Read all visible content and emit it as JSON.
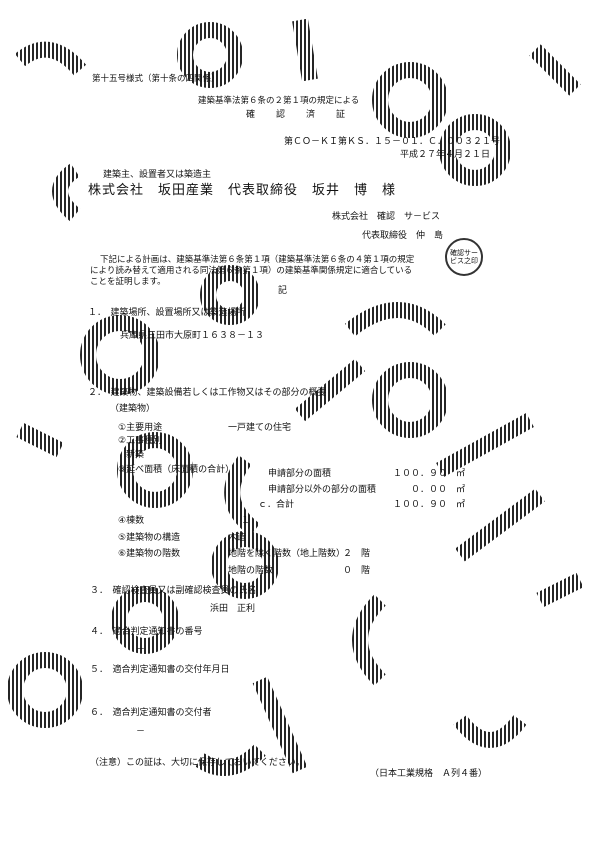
{
  "header": {
    "form_label": "第十五号様式（第十条の四関係）",
    "law_ref": "建築基準法第６条の２第１項の規定による",
    "title": "確　認　済　証",
    "number": "第ＣＯ－ＫＩ第ＫＳ．１５－０１．Ｃ．００３２１号",
    "date": "平成２７年４月２１日"
  },
  "addressee": {
    "label": "建築主、設置者又は築造主",
    "name": "株式会社　坂田産業　代表取締役　坂井　博　様"
  },
  "issuer": {
    "company": "株式会社　確認　サ－ビス",
    "rep": "代表取締役　仲　島"
  },
  "seal_text": "確認サービス之印",
  "intro": [
    "下記による計画は、建築基準法第６条第１項（建築基準法第６条の４第１項の規定",
    "により読み替えて適用される同法第６条第１項）の建築基準関係規定に適合している",
    "ことを証明します。"
  ],
  "ki": "記",
  "items": {
    "i1_label": "１．　建築場所、設置場所又は築造場所",
    "i1_value": "兵庫県三田市大原町１６３８－１３",
    "i2_label": "２．　建築物、建築設備若しくは工作物又はその部分の概要",
    "i2_sub": "（建築物）",
    "use_label": "①主要用途",
    "use_value": "一戸建ての住宅",
    "kind_label": "②工事種別",
    "kind_value": "新築",
    "area_label": "③延べ面積（床面積の合計）",
    "area_a": "申請部分の面積",
    "area_a_val": "１００．９０　㎡",
    "area_b": "申請部分以外の部分の面積",
    "area_b_val": "０．００　㎡",
    "area_c": "ｃ．合計",
    "area_c_val": "１００．９０　㎡",
    "units_label": "④棟数",
    "units_value": "１",
    "struct_label": "⑤建築物の構造",
    "struct_value": "木造",
    "floors_label": "⑥建築物の階数",
    "floors_a": "地階を除く階数（地上階数）",
    "floors_a_val": "２　階",
    "floors_b": "地階の階数",
    "floors_b_val": "０　階",
    "i3_label": "３．　確認検査員又は副確認検査員の氏名",
    "i3_value": "浜田　正利",
    "i4_label": "４．　適合判定通知書の番号",
    "i4_value": "－",
    "i5_label": "５．　適合判定通知書の交付年月日",
    "i6_label": "６．　適合判定通知書の交付者",
    "i6_value": "－"
  },
  "note": "（注意）この証は、大切に保存しておいてください。",
  "footer": "（日本工業規格　Ａ列４番）"
}
